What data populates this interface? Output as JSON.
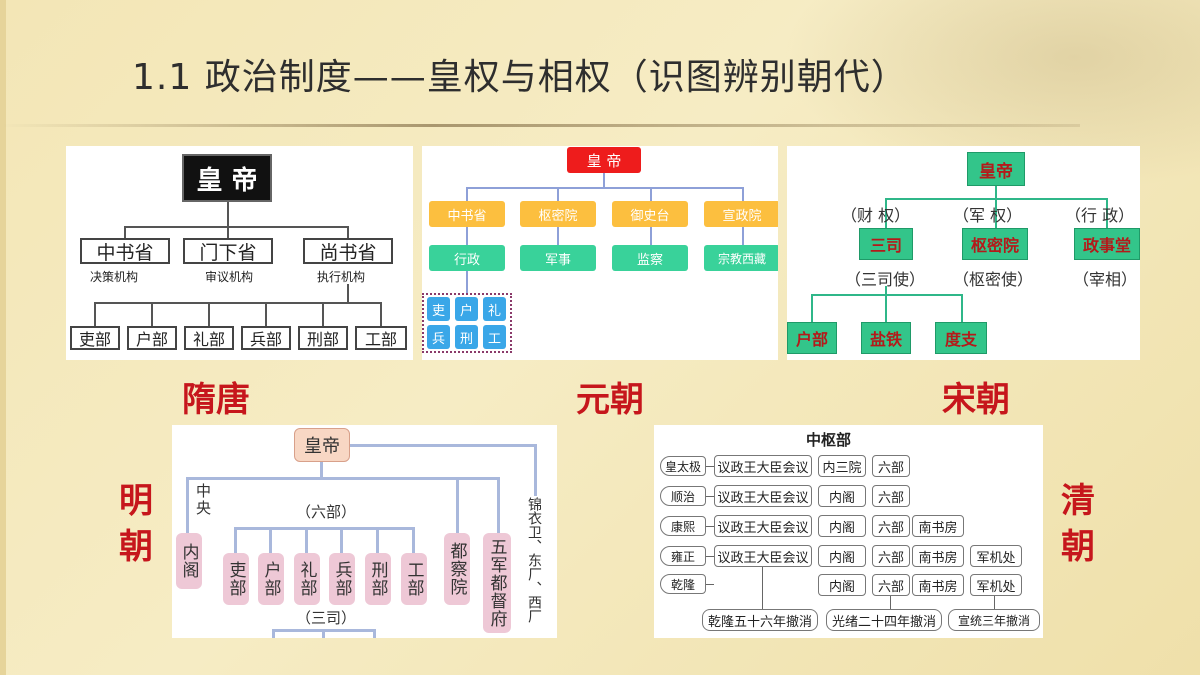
{
  "title": "1.1  政治制度——皇权与相权（识图辨别朝代）",
  "eras": {
    "sui_tang": "隋唐",
    "yuan": "元朝",
    "song": "宋朝",
    "ming_1": "明",
    "ming_2": "朝",
    "qing_1": "清",
    "qing_2": "朝"
  },
  "sui_tang": {
    "emperor": "皇 帝",
    "sheng": [
      {
        "name": "中书省",
        "role": "决策机构"
      },
      {
        "name": "门下省",
        "role": "审议机构"
      },
      {
        "name": "尚书省",
        "role": "执行机构"
      }
    ],
    "bu": [
      "吏部",
      "户部",
      "礼部",
      "兵部",
      "刑部",
      "工部"
    ]
  },
  "yuan": {
    "emperor": "皇 帝",
    "orgs": [
      "中书省",
      "枢密院",
      "御史台",
      "宣政院"
    ],
    "funcs": [
      "行政",
      "军事",
      "监察",
      "宗教西藏"
    ],
    "liubu": [
      "吏",
      "户",
      "礼",
      "兵",
      "刑",
      "工"
    ]
  },
  "song": {
    "emperor": "皇帝",
    "powers": [
      "（财 权）",
      "（军 权）",
      "（行 政）"
    ],
    "orgs": [
      "三司",
      "枢密院",
      "政事堂"
    ],
    "officials": [
      "（三司使）",
      "（枢密使）",
      "（宰相）"
    ],
    "sub": [
      "户部",
      "盐铁",
      "度支"
    ]
  },
  "ming": {
    "emperor": "皇帝",
    "central": "中央",
    "neige": "内阁",
    "liubu_label": "（六部）",
    "bu": [
      "吏部",
      "户部",
      "礼部",
      "兵部",
      "刑部",
      "工部"
    ],
    "sansi": "（三司）",
    "duchayuan": "都察院",
    "wujun": "五军都督府",
    "spy": "锦衣卫、东厂、西厂"
  },
  "qing": {
    "header": "中枢部",
    "reigns": [
      "皇太极",
      "顺治",
      "康熙",
      "雍正",
      "乾隆"
    ],
    "rows": [
      [
        "议政王大臣会议",
        "内三院",
        "六部"
      ],
      [
        "议政王大臣会议",
        "内阁",
        "六部"
      ],
      [
        "议政王大臣会议",
        "内阁",
        "六部",
        "南书房"
      ],
      [
        "议政王大臣会议",
        "内阁",
        "六部",
        "南书房",
        "军机处"
      ],
      [
        "内阁",
        "六部",
        "南书房",
        "军机处"
      ]
    ],
    "abolish": [
      "乾隆五十六年撤消",
      "光绪二十四年撤消",
      "宣统三年撤消"
    ]
  }
}
